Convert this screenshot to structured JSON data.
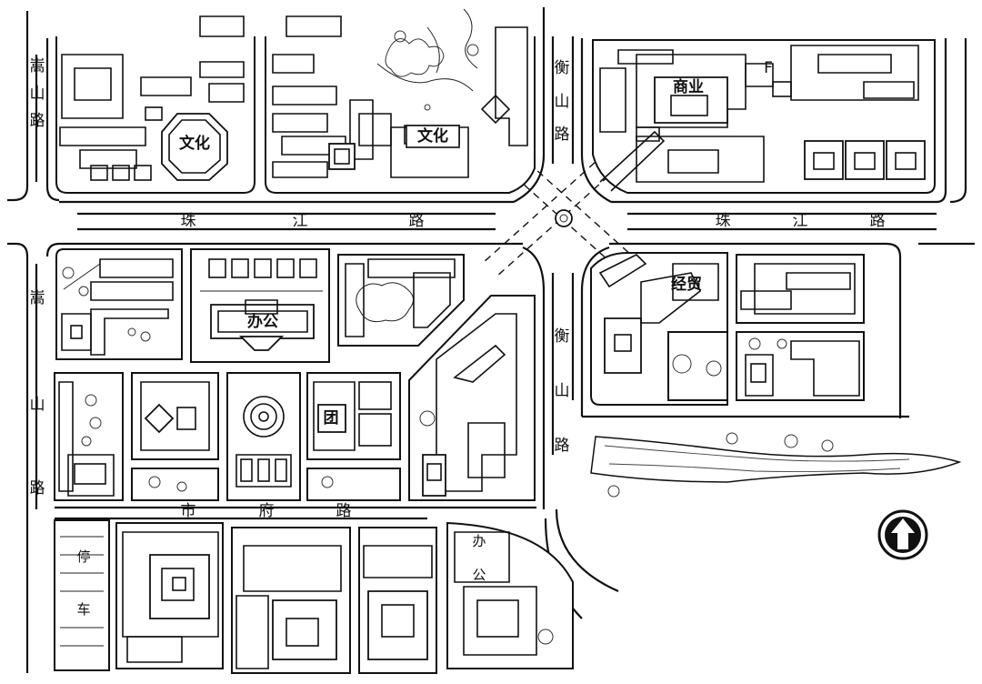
{
  "roads": {
    "zhujiang_left": [
      "珠",
      "江",
      "路"
    ],
    "zhujiang_right": [
      "珠",
      "江",
      "路"
    ],
    "songshan_top": [
      "嵩",
      "山",
      "路"
    ],
    "songshan_mid": [
      "嵩"
    ],
    "songshan_bottom": [
      "山",
      "路"
    ],
    "hengshan_top": [
      "衡",
      "山",
      "路"
    ],
    "hengshan_bottom": [
      "衡",
      "山",
      "路"
    ],
    "shifu": [
      "市",
      "府",
      "路"
    ]
  },
  "buildings": {
    "culture_left": "文化",
    "culture_right": "文化",
    "commerce": "商业",
    "trade": "经贸",
    "office_center": "办公",
    "office_bottom": [
      "办",
      "公"
    ],
    "group": "团",
    "parking": [
      "停",
      "车"
    ]
  },
  "north_arrow": "north-arrow"
}
